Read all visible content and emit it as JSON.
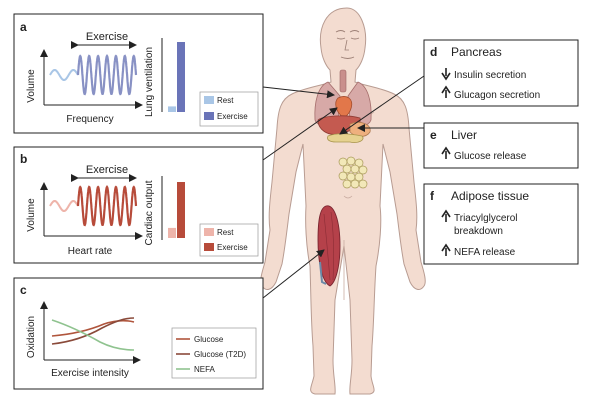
{
  "colors": {
    "blue": "#8891c4",
    "blue_light": "#a9c6e6",
    "blue_dark": "#6a74b8",
    "red": "#b74b3a",
    "red_light": "#eeb4aa",
    "skin": "#f3dcd0",
    "skin_outline": "#b89c92",
    "green": "#8fc38f",
    "brown": "#a2563e",
    "lung": "#d7a9a7",
    "liver": "#c45a50",
    "muscle": "#b5414a"
  },
  "panel_a": {
    "label": "a",
    "exercise_label": "Exercise",
    "y_label": "Volume",
    "x_label": "Frequency",
    "bar_axis_label": "Lung ventilation",
    "legend": [
      "Rest",
      "Exercise"
    ],
    "bar_values": {
      "rest": 0.08,
      "exercise": 1.0
    }
  },
  "panel_b": {
    "label": "b",
    "exercise_label": "Exercise",
    "y_label": "Volume",
    "x_label": "Heart rate",
    "bar_axis_label": "Cardiac output",
    "legend": [
      "Rest",
      "Exercise"
    ],
    "bar_values": {
      "rest": 0.18,
      "exercise": 1.0
    }
  },
  "panel_c": {
    "label": "c",
    "y_label": "Oxidation",
    "x_label": "Exercise intensity",
    "legend": [
      "Glucose",
      "Glucose (T2D)",
      "NEFA"
    ]
  },
  "panel_d": {
    "label": "d",
    "title": "Pancreas",
    "items": [
      {
        "direction": "down",
        "text": "Insulin secretion"
      },
      {
        "direction": "up",
        "text": "Glucagon secretion"
      }
    ]
  },
  "panel_e": {
    "label": "e",
    "title": "Liver",
    "items": [
      {
        "direction": "up",
        "text": "Glucose release"
      }
    ]
  },
  "panel_f": {
    "label": "f",
    "title": "Adipose tissue",
    "items": [
      {
        "direction": "up",
        "text": "Triacylglycerol",
        "text2": "breakdown"
      },
      {
        "direction": "up",
        "text": "NEFA release"
      }
    ]
  }
}
